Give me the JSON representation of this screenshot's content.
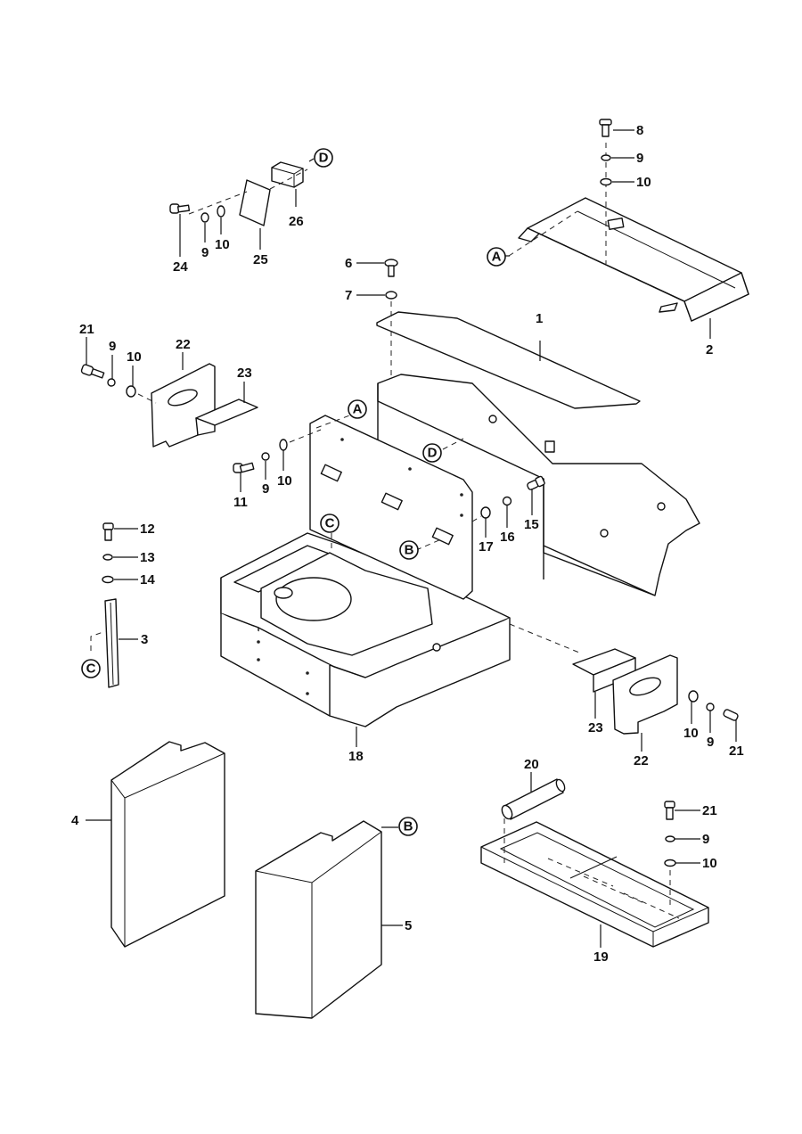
{
  "diagram": {
    "type": "exploded-parts-view",
    "callouts": {
      "c1": "1",
      "c2": "2",
      "c3": "3",
      "c4": "4",
      "c5": "5",
      "c6": "6",
      "c7": "7",
      "c8": "8",
      "c9a": "9",
      "c10a": "10",
      "c9b": "9",
      "c10b": "10",
      "c24": "24",
      "c25": "25",
      "c26": "26",
      "c21a": "21",
      "c9c": "9",
      "c10c": "10",
      "c22a": "22",
      "c23a": "23",
      "c11": "11",
      "c9d": "9",
      "c10d": "10",
      "c12": "12",
      "c13": "13",
      "c14": "14",
      "c15": "15",
      "c16": "16",
      "c17": "17",
      "c18": "18",
      "c23b": "23",
      "c22b": "22",
      "c10e": "10",
      "c9e": "9",
      "c21b": "21",
      "c20": "20",
      "c19": "19",
      "c21c": "21",
      "c9f": "9",
      "c10f": "10"
    },
    "references": {
      "rA1": "A",
      "rA2": "A",
      "rB1": "B",
      "rB2": "B",
      "rC1": "C",
      "rC2": "C",
      "rD1": "D",
      "rD2": "D"
    }
  }
}
